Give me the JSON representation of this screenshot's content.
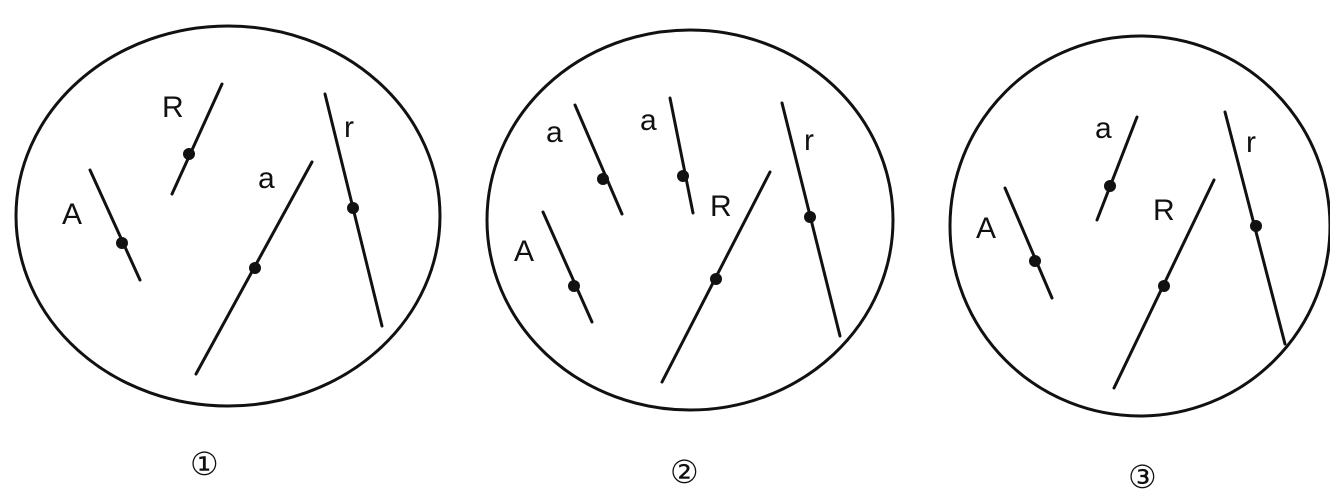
{
  "panels": [
    {
      "label": "①",
      "chromosomes": [
        {
          "allele": "R"
        },
        {
          "allele": "A"
        },
        {
          "allele": "a"
        },
        {
          "allele": "r"
        }
      ]
    },
    {
      "label": "②",
      "chromosomes": [
        {
          "allele": "a"
        },
        {
          "allele": "a"
        },
        {
          "allele": "r"
        },
        {
          "allele": "A"
        },
        {
          "allele": "R"
        }
      ]
    },
    {
      "label": "③",
      "chromosomes": [
        {
          "allele": "a"
        },
        {
          "allele": "r"
        },
        {
          "allele": "A"
        },
        {
          "allele": "R"
        }
      ]
    }
  ]
}
